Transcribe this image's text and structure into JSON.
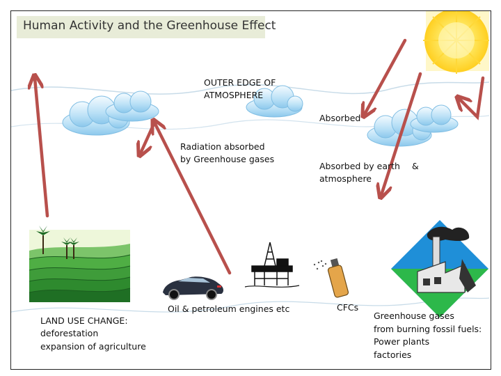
{
  "title": "Human Activity and the Greenhouse Effect",
  "labels": {
    "outer_edge_line1": "OUTER EDGE OF",
    "outer_edge_line2": "ATMOSPHERE",
    "absorbed": "Absorbed",
    "radiation_line1": "Radiation absorbed",
    "radiation_line2": "by Greenhouse gases",
    "earth_line1": "Absorbed by earth",
    "earth_amp": "&",
    "earth_line2": "atmosphere",
    "land_use_title": "LAND USE CHANGE:",
    "land_use_line1": "deforestation",
    "land_use_line2": "expansion of agriculture",
    "oil": "Oil & petroleum engines etc",
    "cfcs": "CFCs",
    "ghg_line1": "Greenhouse gases",
    "ghg_line2": "from burning fossil fuels:",
    "ghg_line3": "Power plants",
    "ghg_line4": "factories"
  },
  "colors": {
    "arrow": "#b8504c",
    "sun": "#ffd838",
    "title_bg": "#e8ecd8",
    "cloud": "#a9d6f2",
    "atmosphere_line": "#c7dbe8",
    "field": "#3f9c3a",
    "diamond_top": "#1f8fd8",
    "diamond_bottom": "#2db84a"
  },
  "icons": [
    "sun-icon",
    "cloud-icon",
    "terraced-field-icon",
    "car-icon",
    "oil-rig-icon",
    "spray-can-icon",
    "factory-icon"
  ]
}
